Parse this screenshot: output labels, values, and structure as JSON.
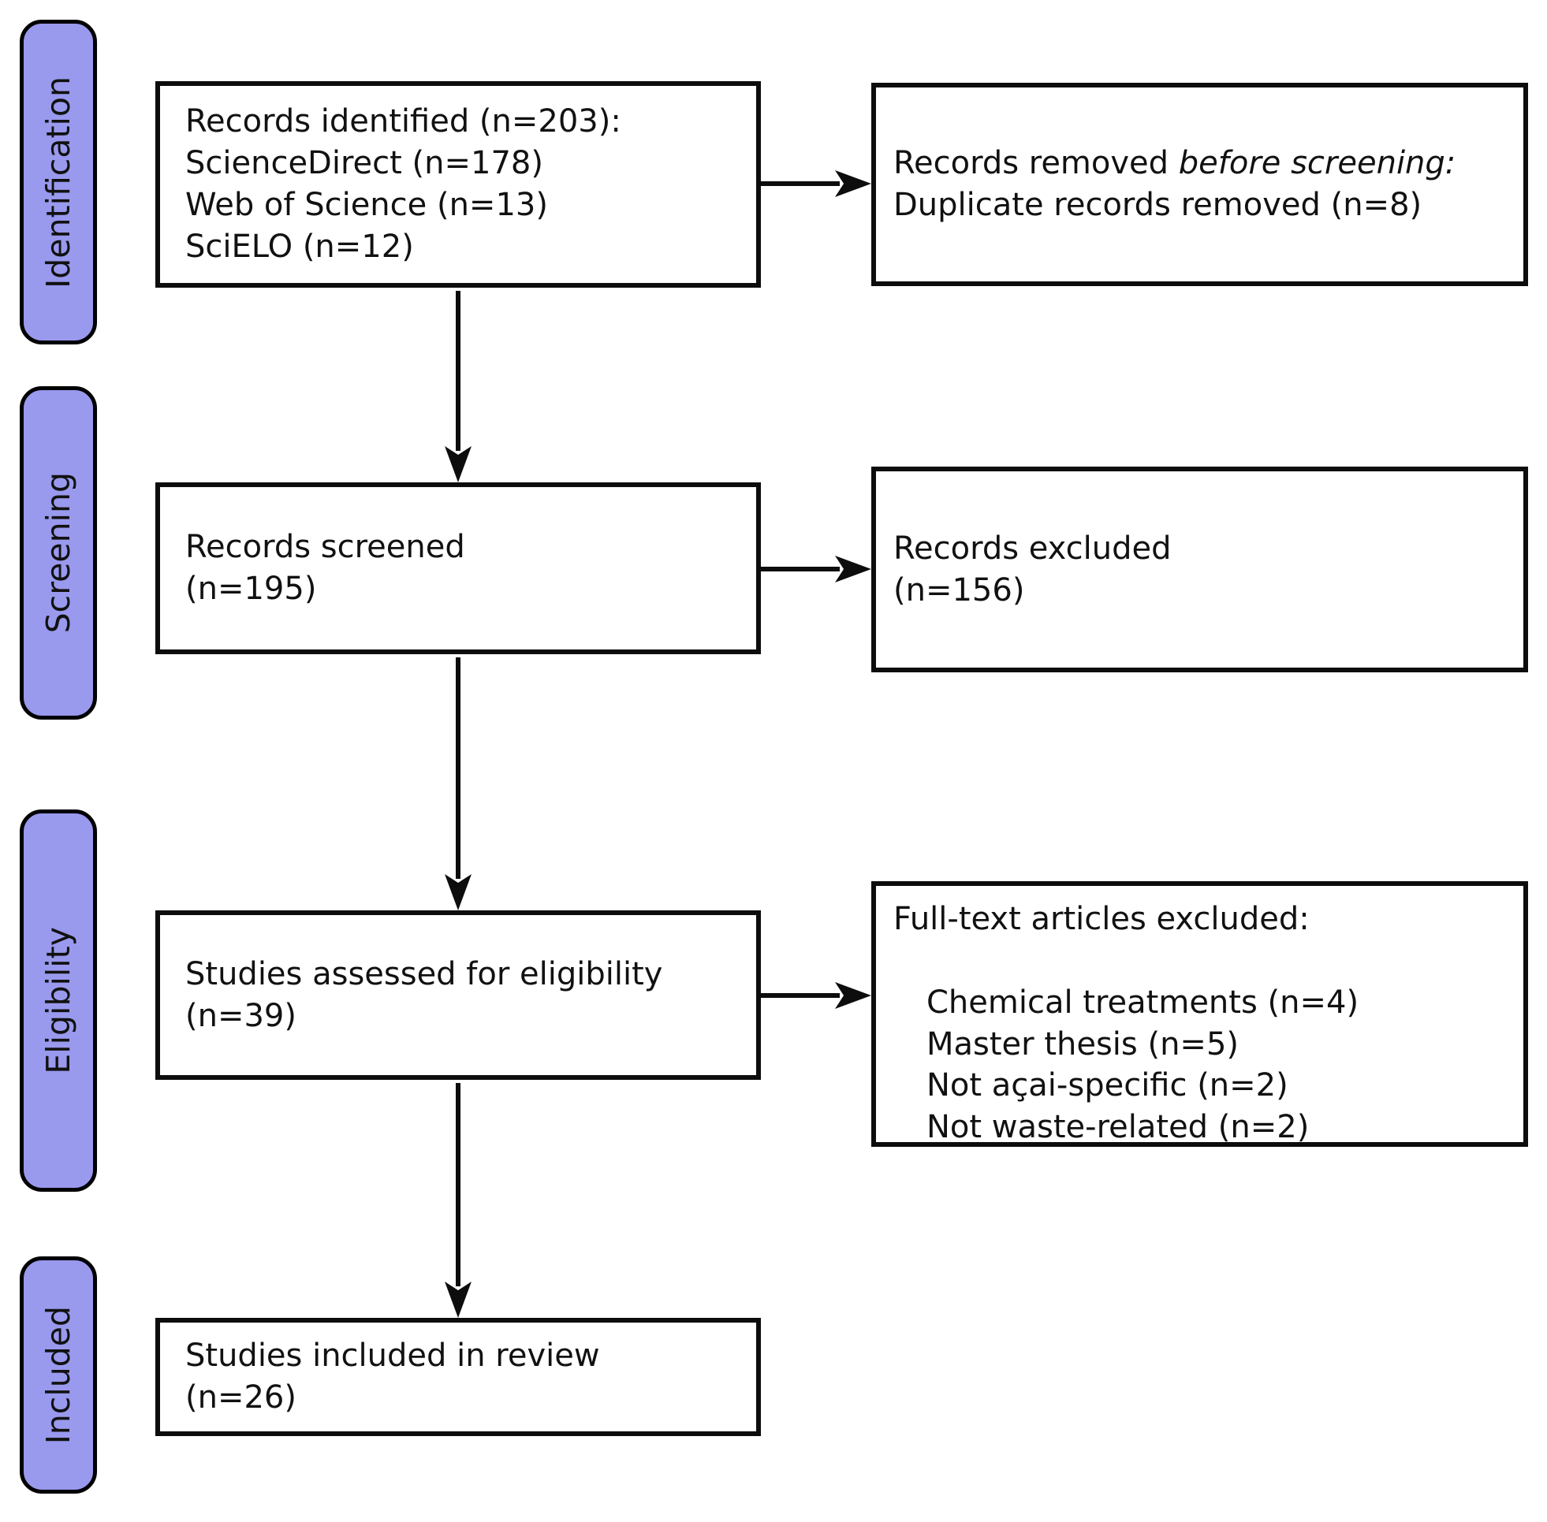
{
  "colors": {
    "stage_fill": "#9999ee",
    "line": "#0d0d0d"
  },
  "stages": [
    {
      "label": "Identification"
    },
    {
      "label": "Screening"
    },
    {
      "label": "Eligibility"
    },
    {
      "label": "Included"
    }
  ],
  "boxes": {
    "identified": {
      "lines": [
        "Records identified (n=203):",
        "ScienceDirect (n=178)",
        "Web of Science (n=13)",
        "SciELO (n=12)"
      ]
    },
    "removed": {
      "line1_normal": "Records removed ",
      "line1_italic": "before screening:",
      "line2": "Duplicate records removed (n=8)"
    },
    "screened": {
      "lines": [
        "Records screened",
        "(n=195)"
      ]
    },
    "excluded": {
      "lines": [
        "Records excluded",
        "(n=156)"
      ]
    },
    "assessed": {
      "lines": [
        "Studies assessed for eligibility",
        "(n=39)"
      ]
    },
    "fulltext": {
      "title": "Full-text articles excluded:",
      "items": [
        "Chemical treatments (n=4)",
        "Master thesis (n=5)",
        "Not açai-specific (n=2)",
        "Not waste-related (n=2)"
      ]
    },
    "included": {
      "lines": [
        "Studies included in review",
        "(n=26)"
      ]
    }
  }
}
